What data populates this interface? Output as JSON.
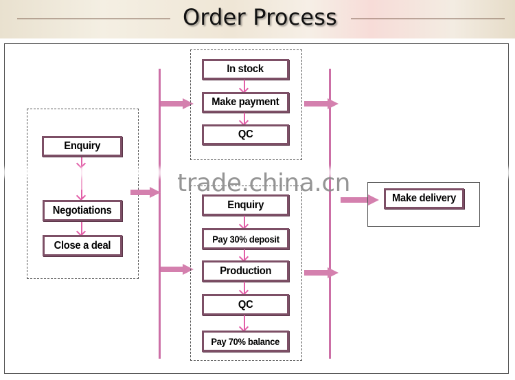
{
  "header": {
    "title": "Order Process"
  },
  "colors": {
    "connector": "#cc6fa6",
    "arrow": "#d480ae",
    "step_border": "#7d4f66",
    "frame": "#555555"
  },
  "left_group": {
    "steps": [
      {
        "label": "Enquiry"
      },
      {
        "label": "Negotiations"
      },
      {
        "label": "Close a deal"
      }
    ]
  },
  "in_stock_group": {
    "steps": [
      {
        "label": "In stock"
      },
      {
        "label": "Make payment"
      },
      {
        "label": "QC"
      }
    ]
  },
  "production_group": {
    "steps": [
      {
        "label": "Enquiry"
      },
      {
        "label": "Pay 30% deposit"
      },
      {
        "label": "Production"
      },
      {
        "label": "QC"
      },
      {
        "label": "Pay 70% balance"
      }
    ]
  },
  "final_group": {
    "steps": [
      {
        "label": "Make  delivery"
      }
    ]
  },
  "watermark": "trade.china.cn"
}
